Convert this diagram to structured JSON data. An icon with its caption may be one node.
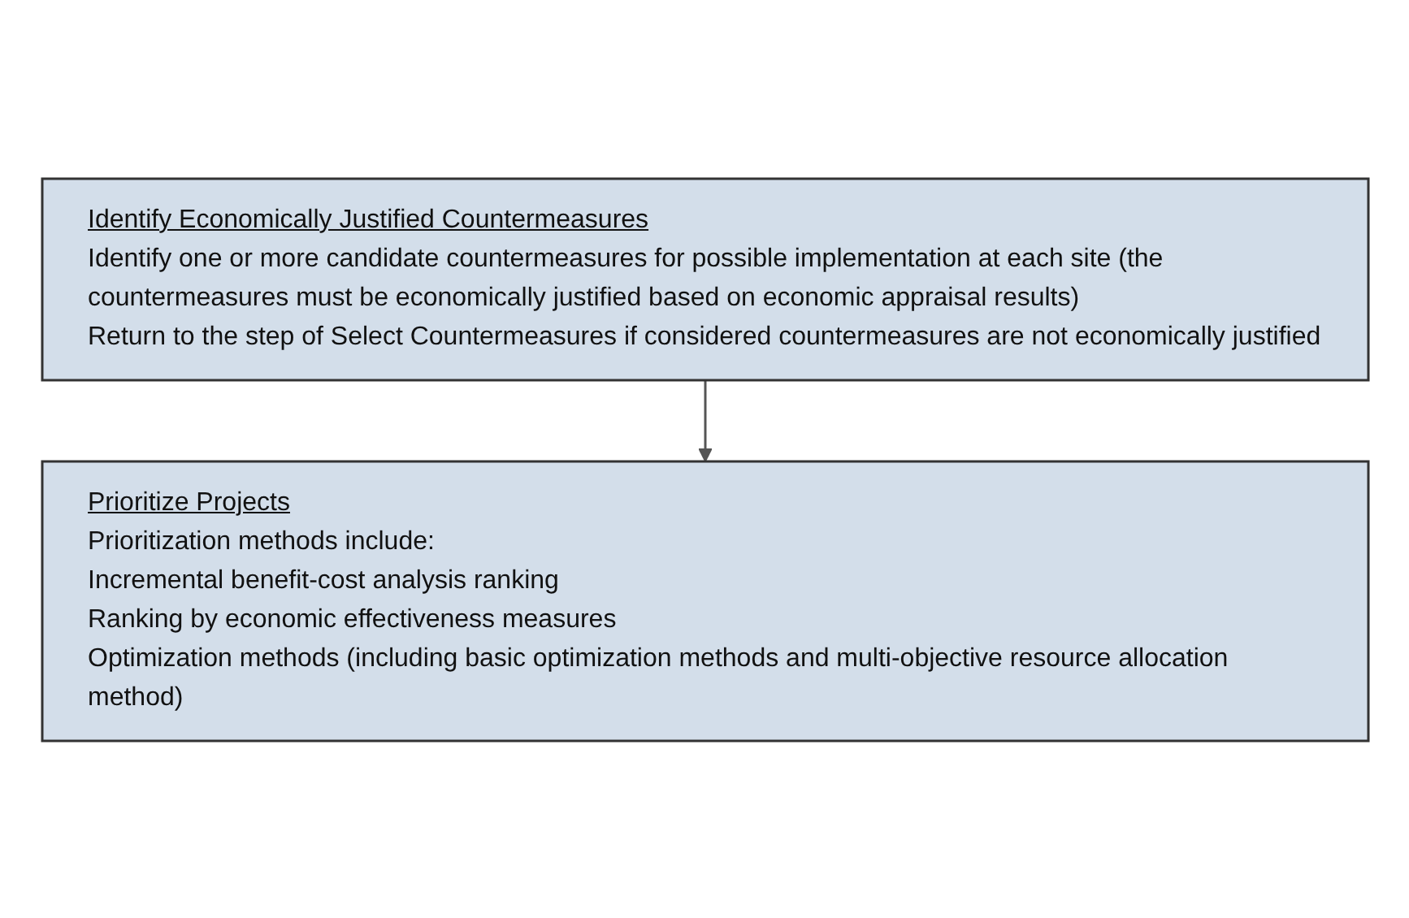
{
  "diagram": {
    "nodes": [
      {
        "text": [
          "Identify Economically Justified Countermeasures",
          "Identify one or more candidate countermeasures for possible implementation at each site (the countermeasures must be economically justified based on economic appraisal results)",
          "Return to the step of Select Countermeasures if considered countermeasures are not economically justified"
        ]
      },
      {
        "text": [
          "Prioritize Projects",
          "Prioritization methods include:",
          "Incremental benefit-cost analysis ranking",
          "Ranking by economic effectiveness measures",
          "Optimization methods (including basic optimization methods and multi-objective resource allocation method)"
        ]
      }
    ],
    "edges": [
      {
        "from": 0,
        "to": 1,
        "arrow": "to"
      }
    ]
  }
}
